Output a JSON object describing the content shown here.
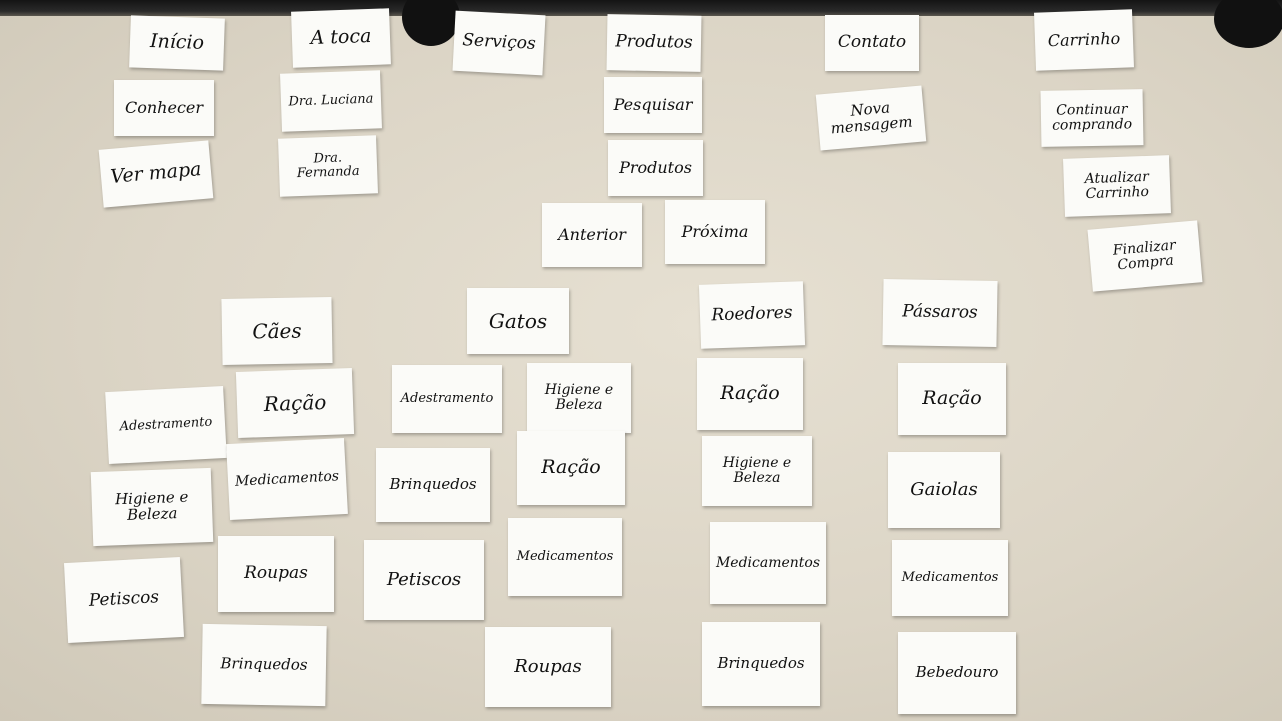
{
  "photo": {
    "background_color": "#ddd6c7",
    "card_color": "#fbfbf8",
    "ink_color": "#111111",
    "cards": {
      "inicio": "Início",
      "a_toca": "A toca",
      "servicos": "Serviços",
      "produtos_top": "Produtos",
      "contato": "Contato",
      "carrinho": "Carrinho",
      "conhecer": "Conhecer",
      "dra_luciana": "Dra. Luciana",
      "pesquisar": "Pesquisar",
      "nova_mensagem": "Nova mensagem",
      "continuar_comprando": "Continuar comprando",
      "ver_mapa": "Ver mapa",
      "dra_fernanda": "Dra. Fernanda",
      "produtos_sub": "Produtos",
      "atualizar_carrinho": "Atualizar Carrinho",
      "anterior": "Anterior",
      "proxima": "Próxima",
      "finalizar_compra": "Finalizar Compra",
      "caes": "Cães",
      "gatos": "Gatos",
      "roedores": "Roedores",
      "passaros": "Pássaros",
      "caes_racao": "Ração",
      "caes_adestramento": "Adestramento",
      "caes_medicamentos": "Medicamentos",
      "caes_higiene": "Higiene e Beleza",
      "caes_roupas": "Roupas",
      "caes_petiscos": "Petiscos",
      "caes_brinquedos": "Brinquedos",
      "gatos_adestramento": "Adestramento",
      "gatos_higiene": "Higiene e Beleza",
      "gatos_brinquedos": "Brinquedos",
      "gatos_racao": "Ração",
      "gatos_petiscos": "Petiscos",
      "gatos_medicamentos": "Medicamentos",
      "gatos_roupas": "Roupas",
      "roedores_racao": "Ração",
      "roedores_higiene": "Higiene e Beleza",
      "roedores_medicamentos": "Medicamentos",
      "roedores_brinquedos": "Brinquedos",
      "passaros_racao": "Ração",
      "passaros_gaiolas": "Gaiolas",
      "passaros_medicamentos": "Medicamentos",
      "passaros_bebedouro": "Bebedouro"
    }
  }
}
